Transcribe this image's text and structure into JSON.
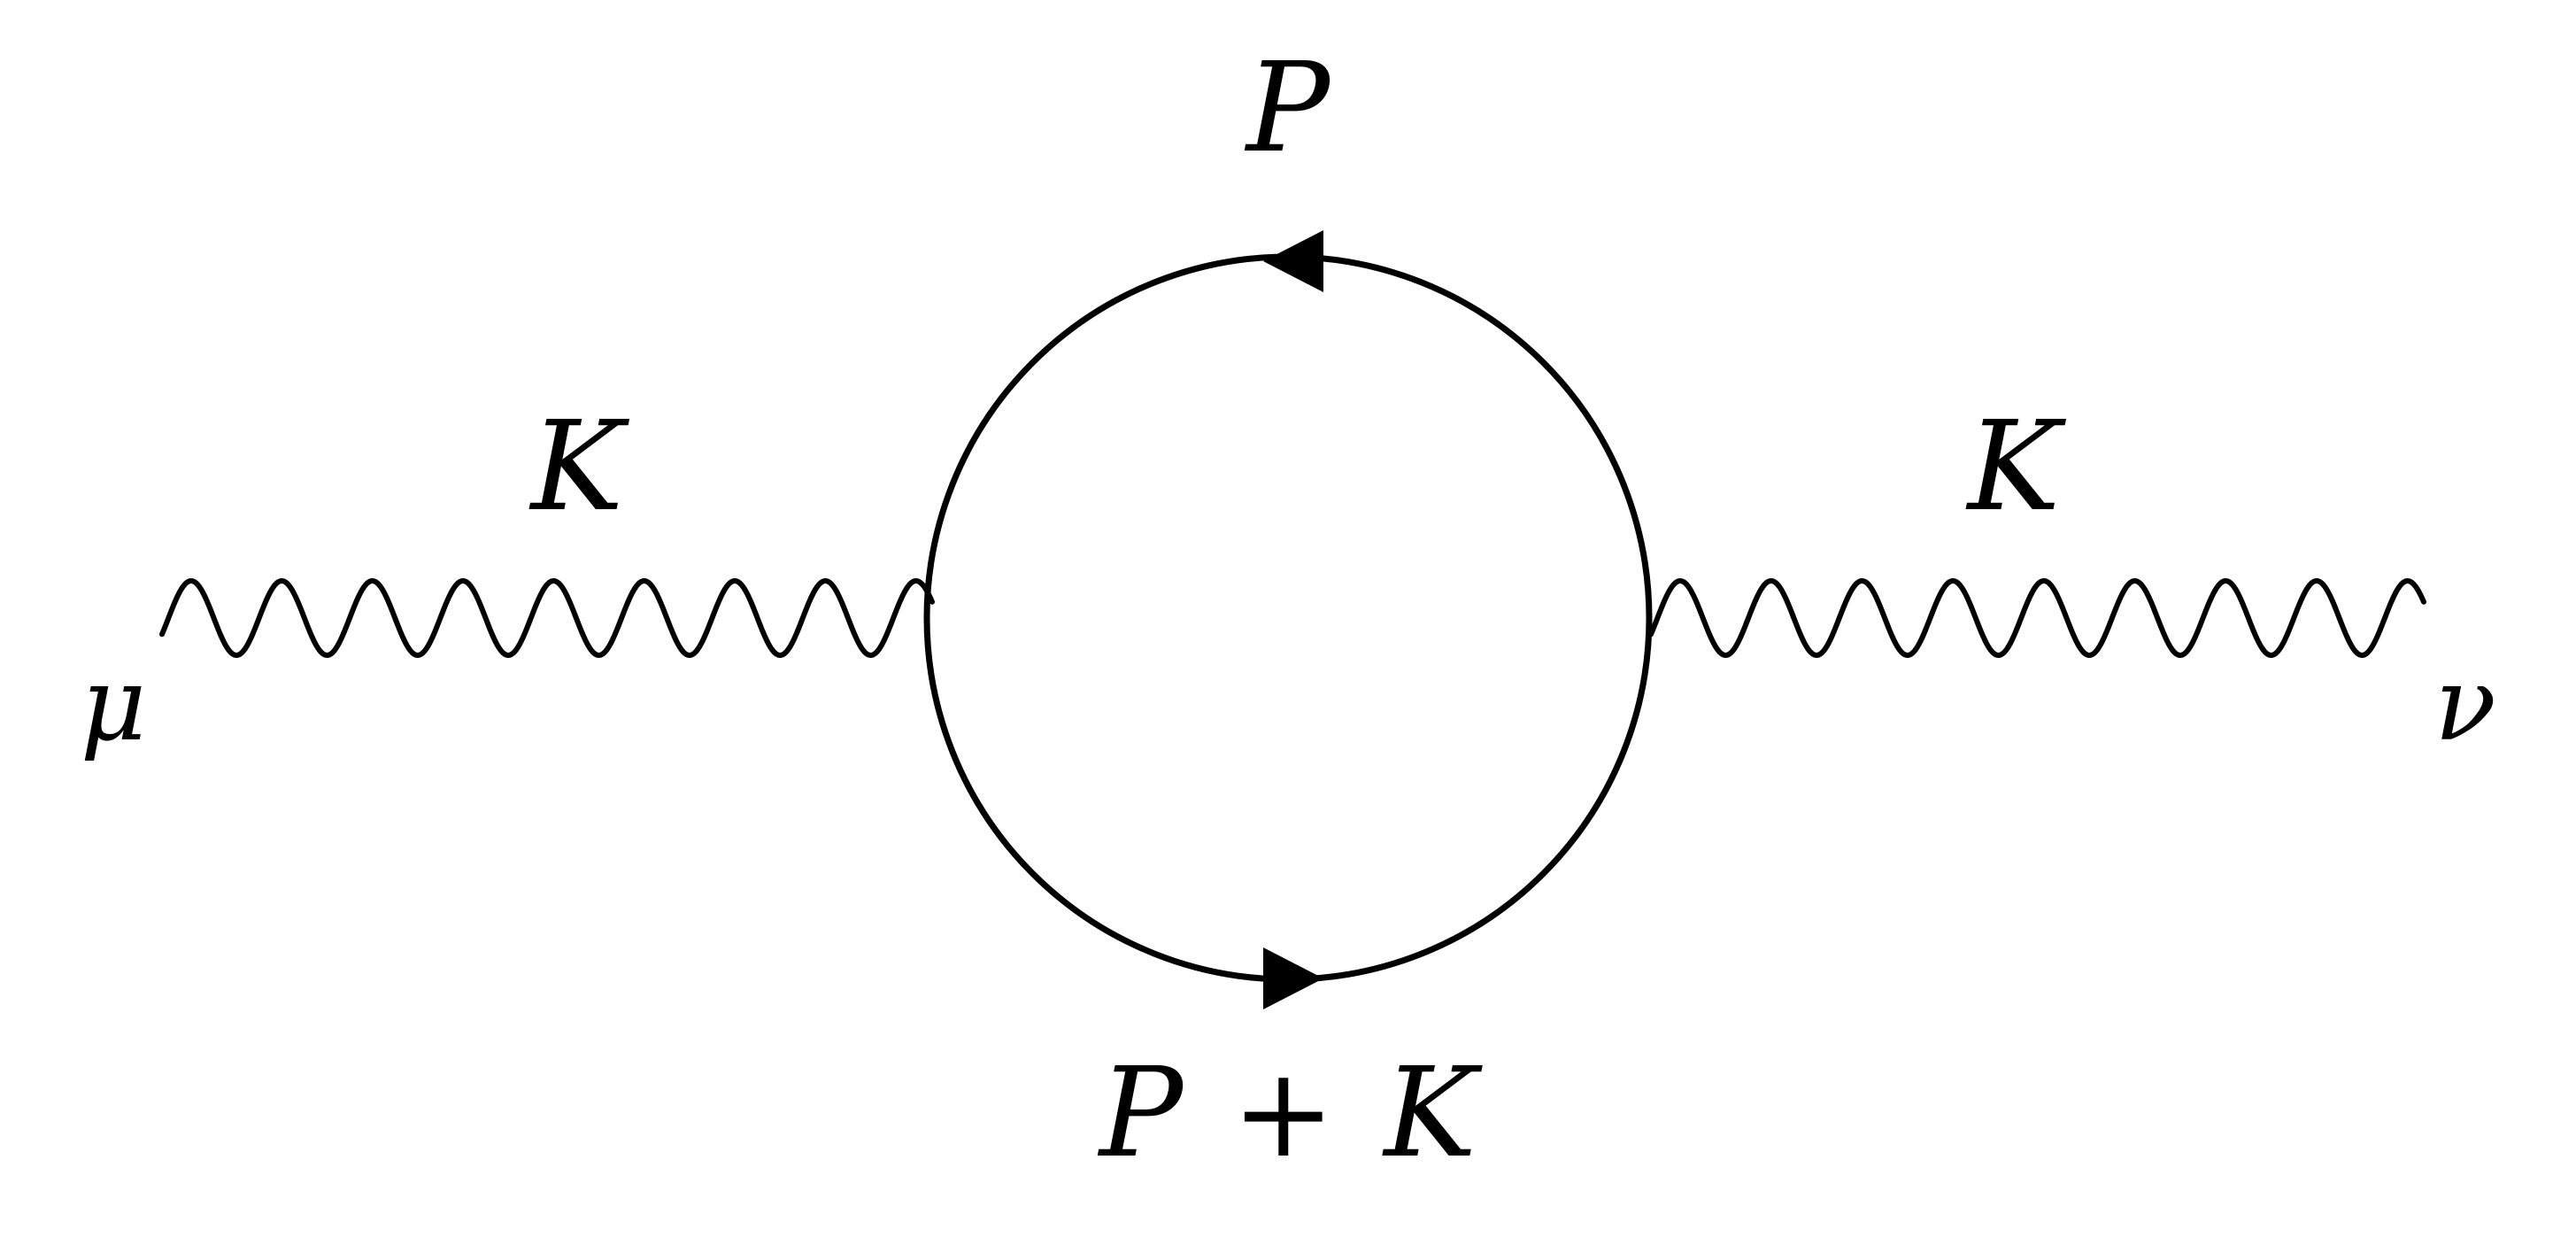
{
  "diagram": {
    "loop_top_momentum": "P",
    "loop_bottom_momentum": {
      "left": "P",
      "operator": "+",
      "right": "K"
    },
    "left_photon_momentum": "K",
    "right_photon_momentum": "K",
    "left_index": "μ",
    "right_index": "ν"
  },
  "colors": {
    "ink": "#000000",
    "background": "#ffffff"
  }
}
